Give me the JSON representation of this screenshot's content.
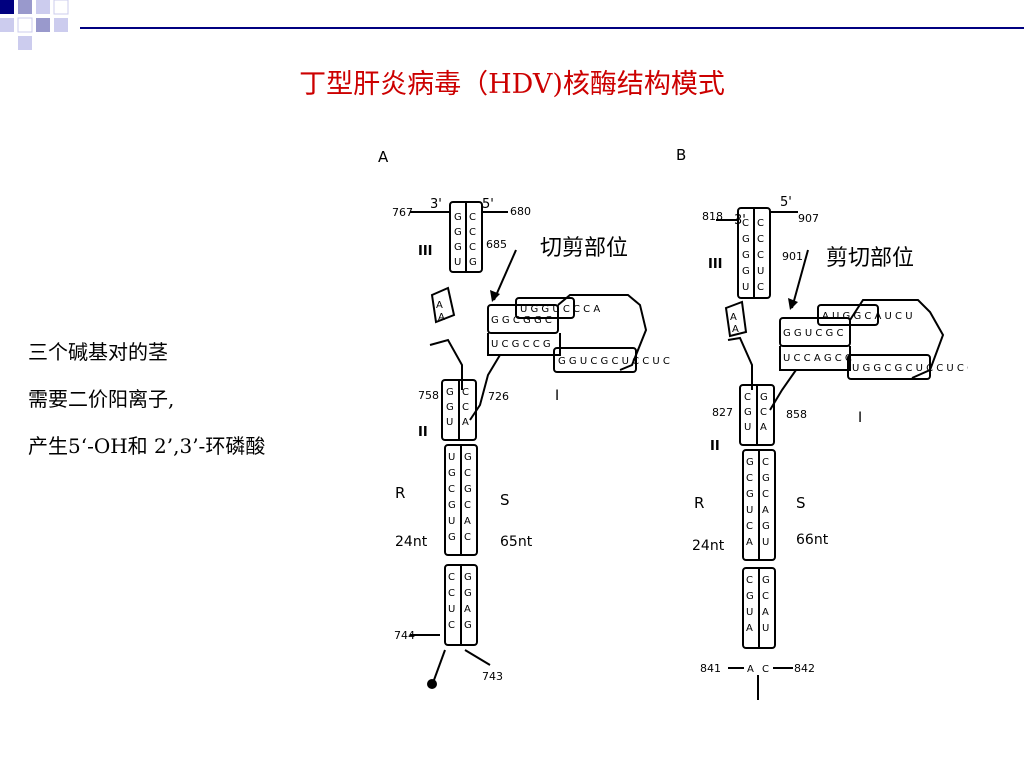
{
  "title": "丁型肝炎病毒（HDV)核酶结构模式",
  "notes": [
    "三个碱基对的茎",
    "需要二价阳离子,",
    "产生5‘-OH和  2’,3’-环磷酸"
  ],
  "callouts": {
    "a": "切剪部位",
    "b": "剪切部位"
  },
  "panel_a": {
    "label": "A",
    "prime3": "3'",
    "prime5": "5'",
    "num_top_left": "767",
    "num_top_right": "680",
    "num_cleave": "685",
    "num_mid_left": "758",
    "num_mid_right": "726",
    "num_bot_left": "744",
    "num_bot_right": "743",
    "stem_I": "I",
    "stem_II": "II",
    "stem_III": "III",
    "R": "R",
    "S": "S",
    "R_len": "24nt",
    "S_len": "65nt"
  },
  "panel_b": {
    "label": "B",
    "prime3": "3'",
    "prime5": "5'",
    "num_top_left": "818",
    "num_top_right": "907",
    "num_cleave": "901",
    "num_mid_left": "827",
    "num_mid_right": "858",
    "num_bot_left": "841",
    "num_bot_right": "842",
    "stem_I": "I",
    "stem_II": "II",
    "stem_III": "III",
    "R": "R",
    "S": "S",
    "R_len": "24nt",
    "S_len": "66nt"
  },
  "colors": {
    "title": "#cc0000",
    "accent": "#000080"
  }
}
